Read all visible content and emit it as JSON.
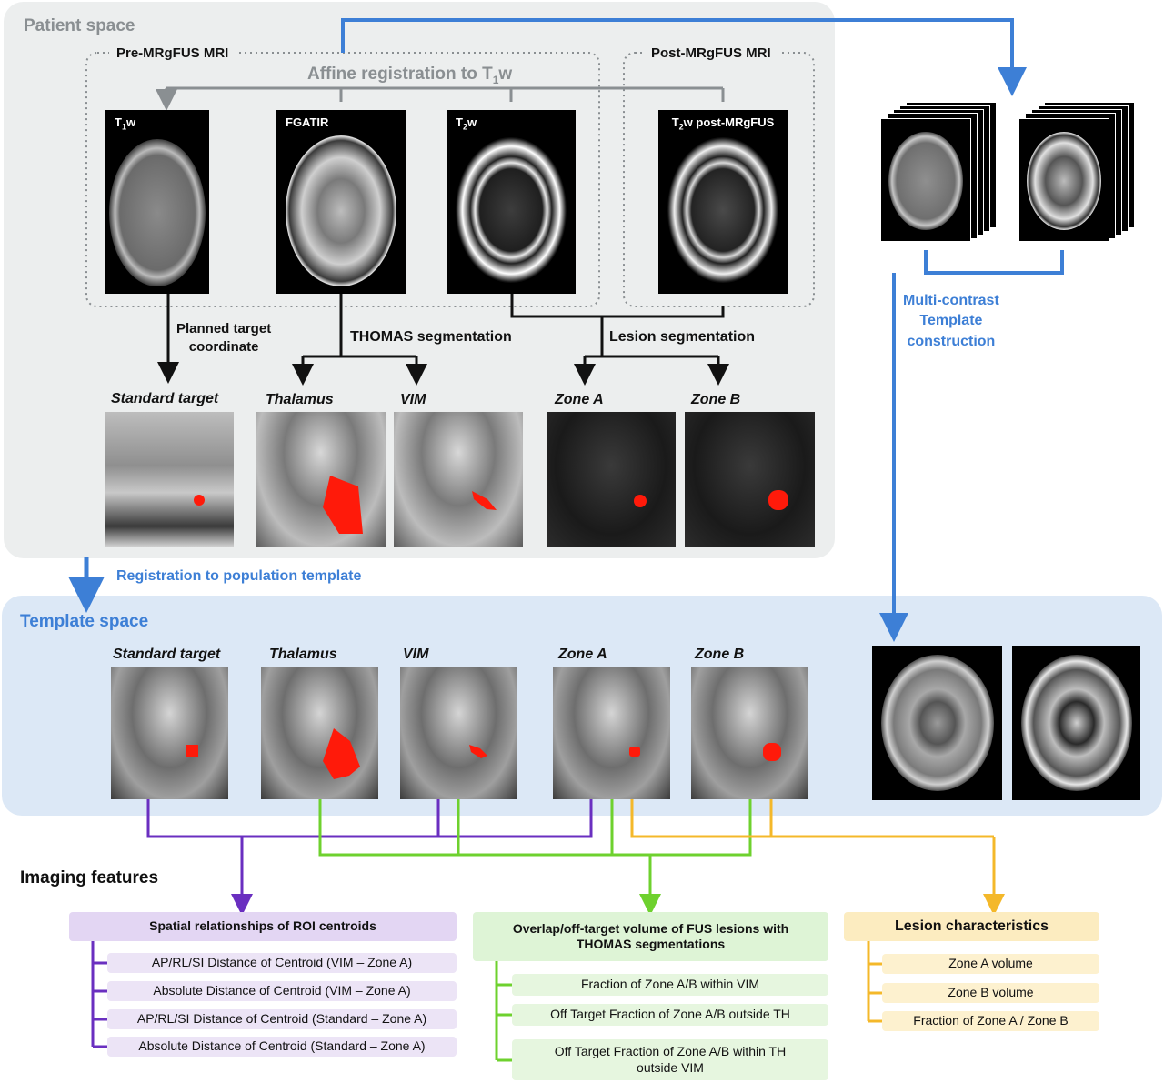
{
  "patient_space": {
    "title": "Patient space",
    "pre_label": "Pre-MRgFUS MRI",
    "post_label": "Post-MRgFUS MRI",
    "affine": "Affine registration to T",
    "affine_sub": "1",
    "affine_tail": "w",
    "scans": [
      {
        "label": "T",
        "sub": "1",
        "tail": "w"
      },
      {
        "label": "FGATIR",
        "sub": "",
        "tail": ""
      },
      {
        "label": "T",
        "sub": "2",
        "tail": "w"
      },
      {
        "label": "T",
        "sub": "2",
        "tail": "w post-MRgFUS"
      }
    ],
    "planned_target": "Planned target\ncoordinate",
    "thomas": "THOMAS segmentation",
    "lesion_seg": "Lesion segmentation",
    "rois": [
      "Standard target",
      "Thalamus",
      "VIM",
      "Zone A",
      "Zone B"
    ]
  },
  "multi_contrast": "Multi-contrast\nTemplate\nconstruction",
  "registration": "Registration to population template",
  "template_space": {
    "title": "Template space",
    "rois": [
      "Standard target",
      "Thalamus",
      "VIM",
      "Zone A",
      "Zone B"
    ]
  },
  "imaging_features": {
    "title": "Imaging features",
    "spatial": {
      "header": "Spatial relationships of ROI centroids",
      "items": [
        "AP/RL/SI Distance of Centroid (VIM – Zone A)",
        "Absolute Distance of Centroid (VIM – Zone A)",
        "AP/RL/SI Distance of Centroid (Standard – Zone A)",
        "Absolute Distance of Centroid (Standard – Zone A)"
      ]
    },
    "overlap": {
      "header": "Overlap/off-target volume of FUS lesions with\nTHOMAS segmentations",
      "items": [
        "Fraction of Zone A/B within VIM",
        "Off Target Fraction of Zone A/B outside TH",
        "Off Target Fraction of Zone A/B within TH\noutside VIM"
      ]
    },
    "lesion": {
      "header": "Lesion characteristics",
      "items": [
        "Zone A volume",
        "Zone B volume",
        "Fraction of Zone A / Zone B"
      ]
    }
  },
  "colors": {
    "blue": "#3d7fd6",
    "purple": "#6a2fc0",
    "green": "#6ed12e",
    "yellow": "#f4b82a",
    "lesion_red": "#ff1a0a",
    "grey_line": "#8a8f92"
  }
}
